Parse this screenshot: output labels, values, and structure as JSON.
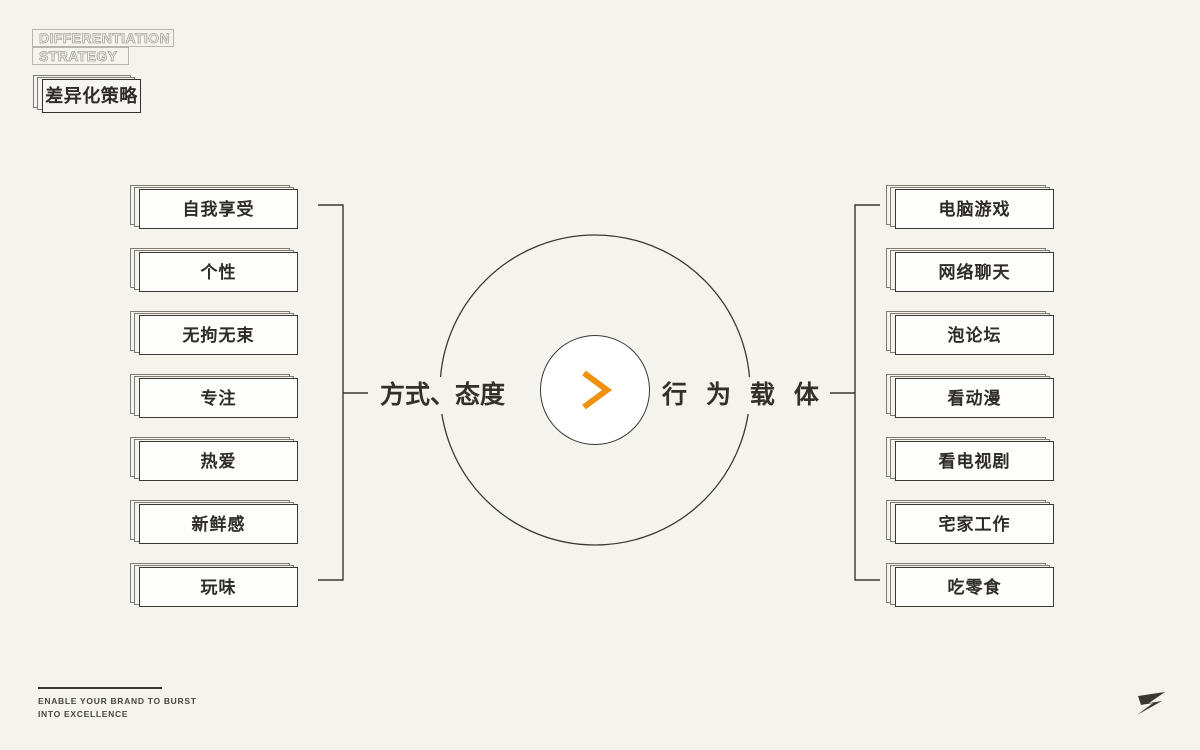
{
  "canvas": {
    "background_color": "#f4f3ee",
    "ink_color": "#33302c",
    "accent_color": "#ef9210",
    "box_border_color": "#3b3733",
    "stack_border_color": "#7f7b75"
  },
  "brand": {
    "en_line1": "DIFFERENTIATION",
    "en_line2": "STRATEGY",
    "cn_name": "差异化策略"
  },
  "center": {
    "left_label": "方式、态度",
    "right_label": "行 为 载 体",
    "chevron_icon": "chevron-right-icon",
    "accent_color": "#ef9210"
  },
  "left_group": {
    "items": [
      {
        "label": "自我享受"
      },
      {
        "label": "个性"
      },
      {
        "label": "无拘无束"
      },
      {
        "label": "专注"
      },
      {
        "label": "热爱"
      },
      {
        "label": "新鲜感"
      },
      {
        "label": "玩味"
      }
    ]
  },
  "right_group": {
    "items": [
      {
        "label": "电脑游戏"
      },
      {
        "label": "网络聊天"
      },
      {
        "label": "泡论坛"
      },
      {
        "label": "看动漫"
      },
      {
        "label": "看电视剧"
      },
      {
        "label": "宅家工作"
      },
      {
        "label": "吃零食"
      }
    ]
  },
  "footer": {
    "line1": "ENABLE YOUR BRAND TO BURST",
    "line2": "INTO EXCELLENCE",
    "mark": "z-lightning-logo"
  }
}
